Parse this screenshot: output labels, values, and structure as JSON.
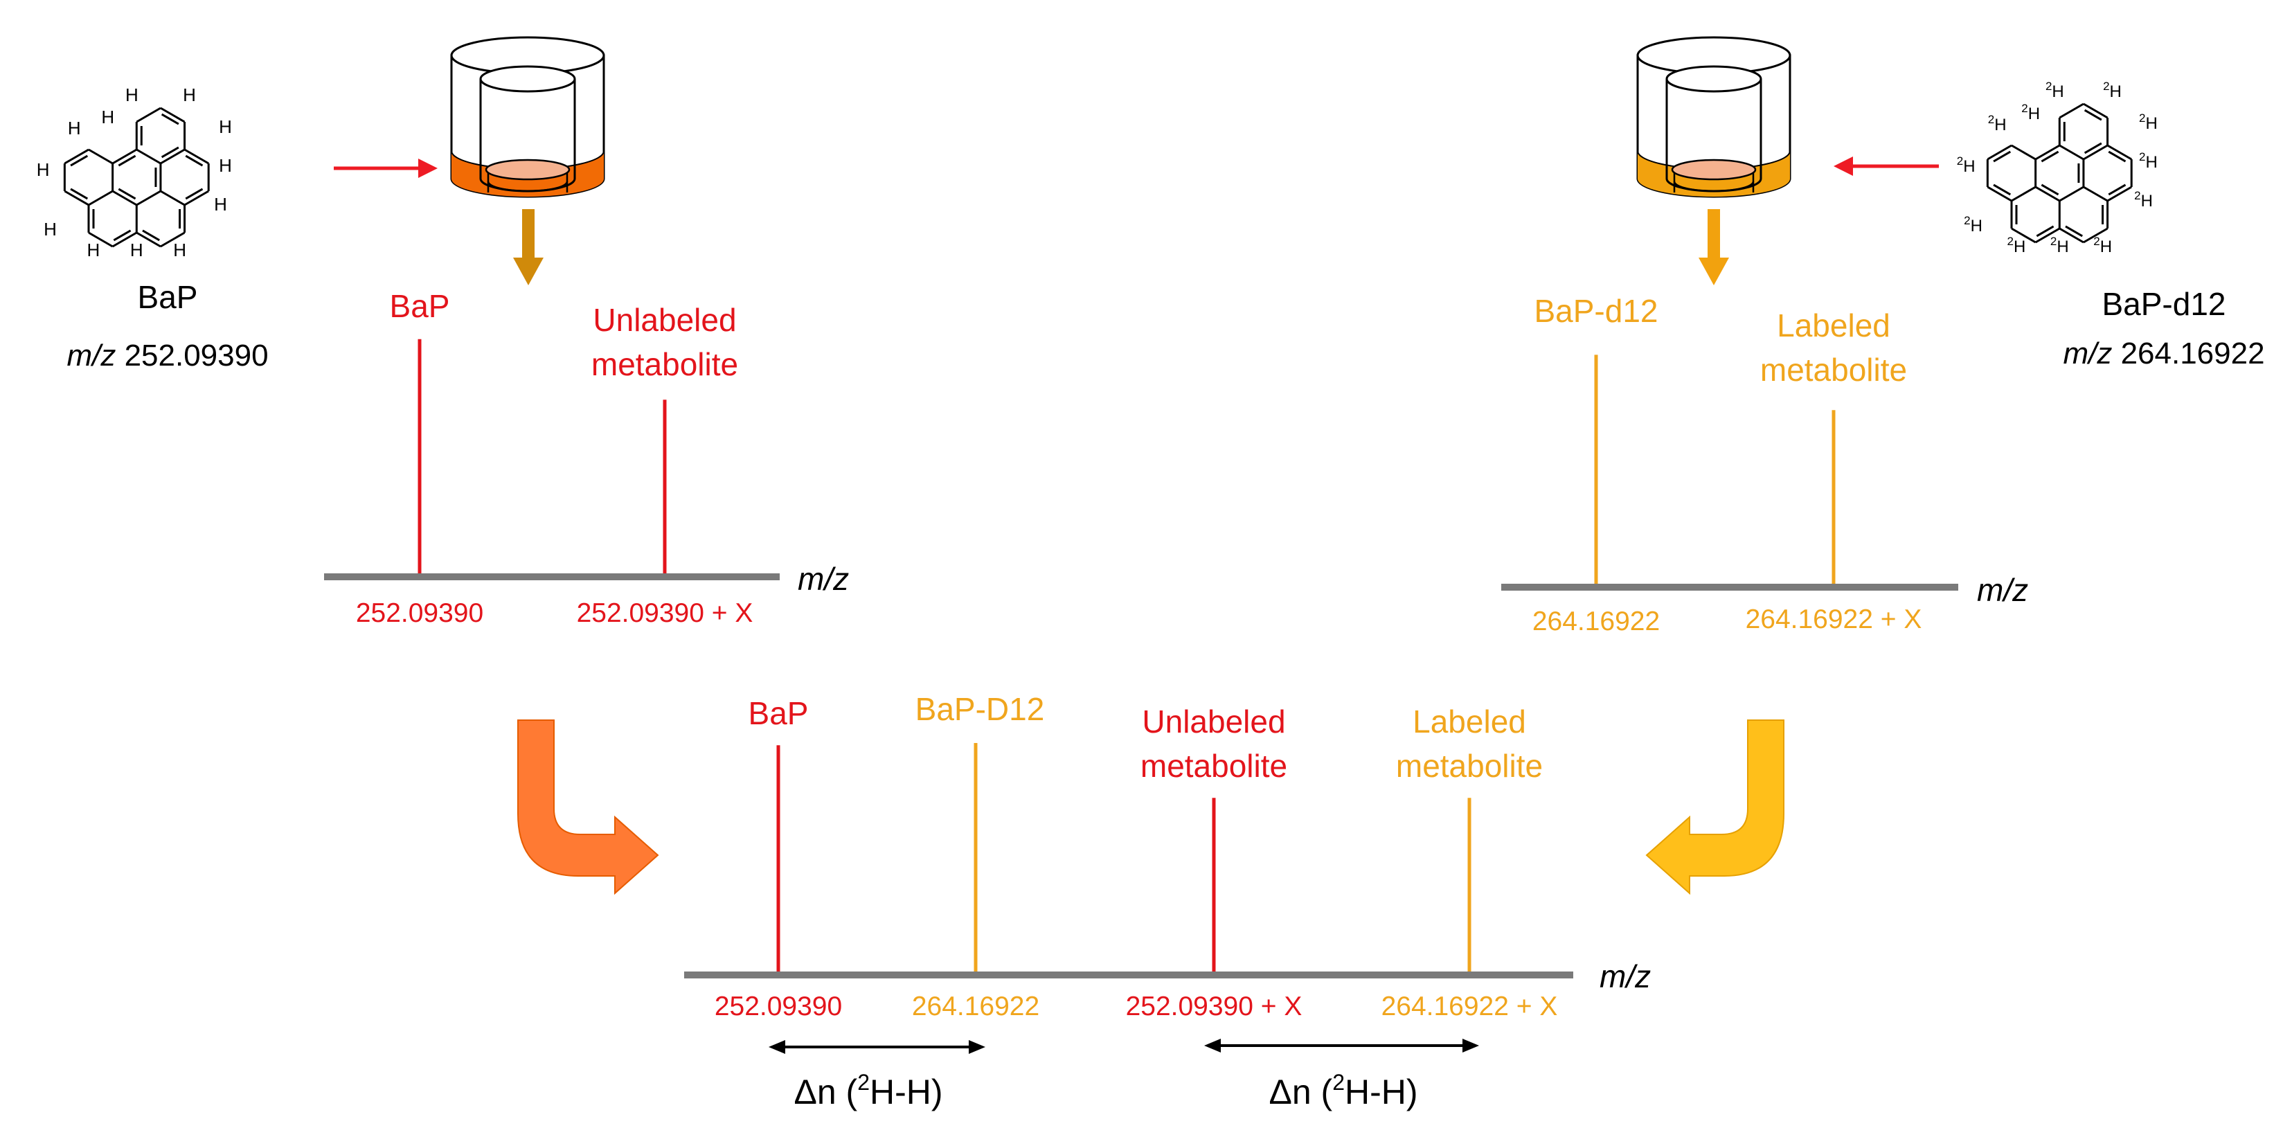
{
  "colors": {
    "unlabeled": "#e3141b",
    "labeled": "#f0a51d",
    "axis": "#7a7a7a",
    "arrow_red": "#ee1b24",
    "arrow_gold": "#d08a0a",
    "curve_orange": "#ff7a33",
    "curve_yellow": "#ffbf1a",
    "beaker_orange": "#f26b05",
    "beaker_gold": "#f2a20e",
    "disc": "#f5b28f",
    "text": "#000000"
  },
  "left": {
    "compound_name": "BaP",
    "mz_prefix": "m/z",
    "mz_value": "252.09390",
    "atom_label": "H",
    "spectrum": {
      "peak1_label": "BaP",
      "peak2_label_line1": "Unlabeled",
      "peak2_label_line2": "metabolite",
      "tick1": "252.09390",
      "tick2": "252.09390 + X",
      "axis_label": "m/z",
      "peaks": [
        {
          "name": "BaP",
          "relative_height": 0.89
        },
        {
          "name": "Unlabeled metabolite",
          "relative_height": 0.66
        }
      ]
    }
  },
  "right": {
    "compound_name": "BaP-d12",
    "mz_prefix": "m/z",
    "mz_value": "264.16922",
    "atom_label": "H",
    "isotope_superscript": "2",
    "spectrum": {
      "peak1_label": "BaP-d12",
      "peak2_label_line1": "Labeled",
      "peak2_label_line2": "metabolite",
      "tick1": "264.16922",
      "tick2": "264.16922 + X",
      "axis_label": "m/z",
      "peaks": [
        {
          "name": "BaP-d12",
          "relative_height": 0.87
        },
        {
          "name": "Labeled metabolite",
          "relative_height": 0.66
        }
      ]
    }
  },
  "combined": {
    "peak_labels": {
      "bap": "BaP",
      "bap_d12": "BaP-D12",
      "unlabeled_line1": "Unlabeled",
      "unlabeled_line2": "metabolite",
      "labeled_line1": "Labeled",
      "labeled_line2": "metabolite"
    },
    "ticks": [
      "252.09390",
      "264.16922",
      "252.09390 + X",
      "264.16922 + X"
    ],
    "axis_label": "m/z",
    "delta": {
      "prefix": "Δn (",
      "superscript": "2",
      "suffix": "H-H)"
    },
    "peaks": [
      {
        "name": "BaP",
        "relative_height": 0.99
      },
      {
        "name": "BaP-D12",
        "relative_height": 1.0
      },
      {
        "name": "Unlabeled metabolite",
        "relative_height": 0.76
      },
      {
        "name": "Labeled metabolite",
        "relative_height": 0.76
      }
    ]
  }
}
